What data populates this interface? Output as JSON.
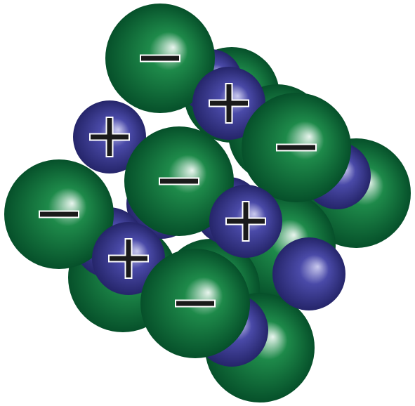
{
  "colors": {
    "anion": "#1e8a4a",
    "anion_highlight": "#e9f5ee",
    "anion_shadow": "#06502a",
    "cation": "#4a4aa8",
    "cation_highlight": "#c9c9ee",
    "cation_shadow": "#25256a",
    "sign_fill": "#1a1a1a",
    "sign_outline": "#ffffff"
  },
  "ions": [
    {
      "type": "anion",
      "layer": "back",
      "sign": false
    },
    {
      "type": "anion",
      "layer": "back",
      "sign": false
    },
    {
      "type": "anion",
      "layer": "back",
      "sign": false
    },
    {
      "type": "anion",
      "layer": "back",
      "sign": false
    },
    {
      "type": "anion",
      "layer": "back",
      "sign": false
    },
    {
      "type": "anion",
      "layer": "back",
      "sign": false
    },
    {
      "type": "anion",
      "layer": "back",
      "sign": false
    },
    {
      "type": "cation",
      "layer": "back",
      "sign": false
    },
    {
      "type": "cation",
      "layer": "back",
      "sign": false
    },
    {
      "type": "cation",
      "layer": "back",
      "sign": false
    },
    {
      "type": "cation",
      "layer": "back",
      "sign": false
    },
    {
      "type": "cation",
      "layer": "back",
      "sign": false
    },
    {
      "type": "cation",
      "layer": "back",
      "sign": false
    },
    {
      "type": "cation",
      "layer": "back",
      "sign": false
    },
    {
      "type": "anion",
      "layer": "front",
      "sign": true
    },
    {
      "type": "cation",
      "layer": "front",
      "sign": true
    },
    {
      "type": "cation",
      "layer": "front",
      "sign": true
    },
    {
      "type": "anion",
      "layer": "front",
      "sign": true
    },
    {
      "type": "anion",
      "layer": "front",
      "sign": true
    },
    {
      "type": "anion",
      "layer": "front",
      "sign": true
    },
    {
      "type": "cation",
      "layer": "front",
      "sign": true
    },
    {
      "type": "cation",
      "layer": "front",
      "sign": true
    },
    {
      "type": "anion",
      "layer": "front",
      "sign": true
    }
  ]
}
